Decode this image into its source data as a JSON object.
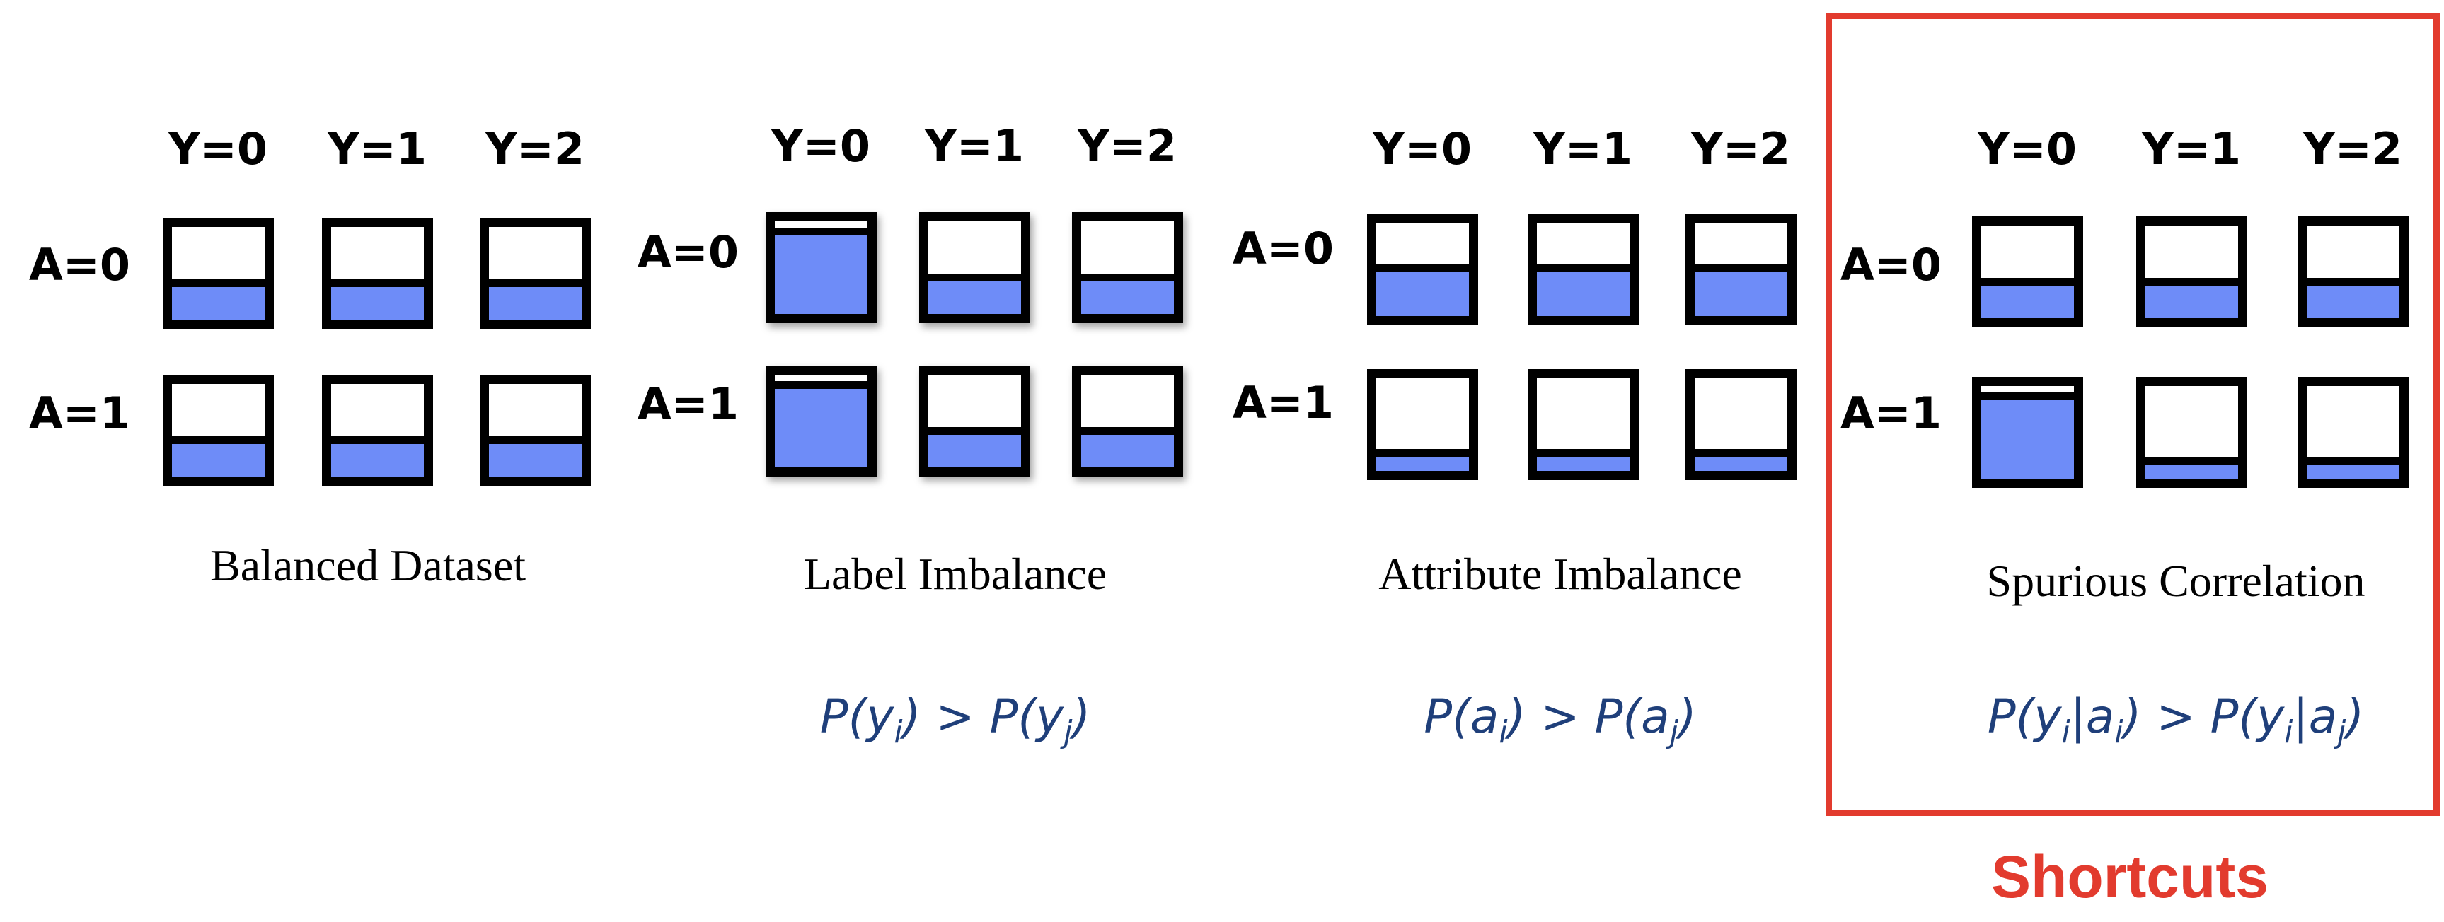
{
  "accent_color": "#e23b2e",
  "fill_color": "#6e8cf8",
  "formula_color": "#1f3f7a",
  "column_labels": [
    "Y=0",
    "Y=1",
    "Y=2"
  ],
  "row_labels": [
    "A=0",
    "A=1"
  ],
  "panels": [
    {
      "title": "Balanced Dataset",
      "formula": "",
      "fill_levels": [
        [
          0.35,
          0.35,
          0.35
        ],
        [
          0.35,
          0.35,
          0.35
        ]
      ]
    },
    {
      "title": "Label Imbalance",
      "formula": "P(y_i) > P(y_j)",
      "fill_levels": [
        [
          0.85,
          0.35,
          0.35
        ],
        [
          0.85,
          0.35,
          0.35
        ]
      ]
    },
    {
      "title": "Attribute Imbalance",
      "formula": "P(a_i) > P(a_j)",
      "fill_levels": [
        [
          0.48,
          0.48,
          0.48
        ],
        [
          0.15,
          0.15,
          0.15
        ]
      ]
    },
    {
      "title": "Spurious Correlation",
      "formula": "P(y_i|a_i) > P(y_i|a_j)",
      "fill_levels": [
        [
          0.35,
          0.35,
          0.35
        ],
        [
          0.85,
          0.15,
          0.15
        ]
      ]
    }
  ],
  "highlight_label": "Shortcuts"
}
